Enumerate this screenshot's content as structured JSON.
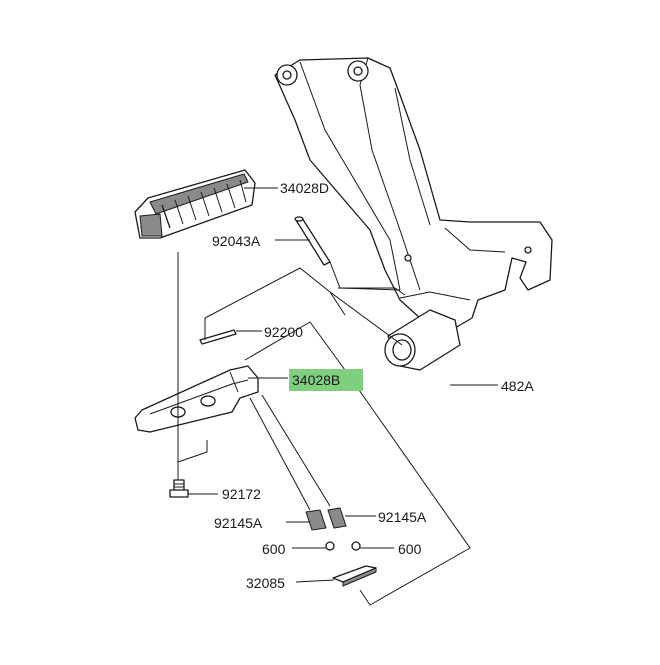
{
  "labels": {
    "footpeg_rubber": "34028D",
    "bracket_pin": "92043A",
    "bracket_pin_small": "92200",
    "footpeg_highlight": "34028B",
    "stopper": "482A",
    "bolt": "92172",
    "spring_left": "92145A",
    "spring_right": "92145A",
    "ball_left": "600",
    "ball_right": "600",
    "plate": "32085"
  },
  "highlight_color": "#7fcf7f"
}
